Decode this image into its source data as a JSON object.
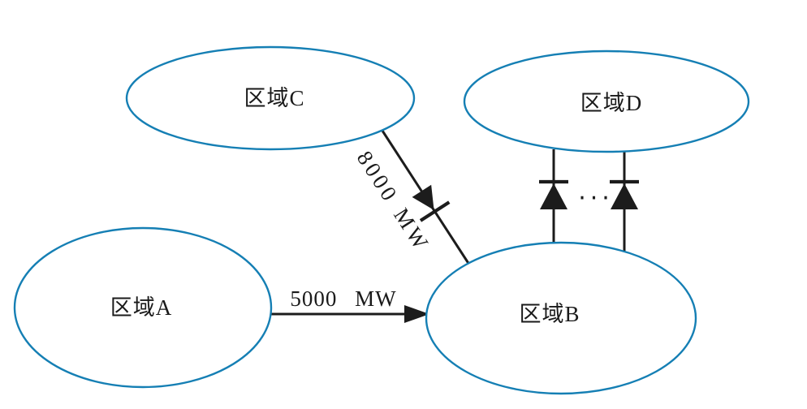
{
  "figure": {
    "background_color": "#ffffff",
    "node_stroke_color": "#157fb4",
    "line_color": "#1c1c1c",
    "text_color": "#1a1a1a"
  },
  "nodes": {
    "a": {
      "label": "区域A"
    },
    "b": {
      "label": "区域B"
    },
    "c": {
      "label": "区域C"
    },
    "d": {
      "label": "区域D"
    }
  },
  "links": {
    "a_to_b": {
      "label": "5000 MW",
      "style": "solid-arrow",
      "direction": "A→B"
    },
    "c_to_b": {
      "label": "8000 MW",
      "style": "diode-arrow",
      "direction": "C→B"
    },
    "b_to_d": {
      "ellipsis": "···",
      "style": "parallel-diode-lines",
      "direction": "B→D"
    }
  }
}
